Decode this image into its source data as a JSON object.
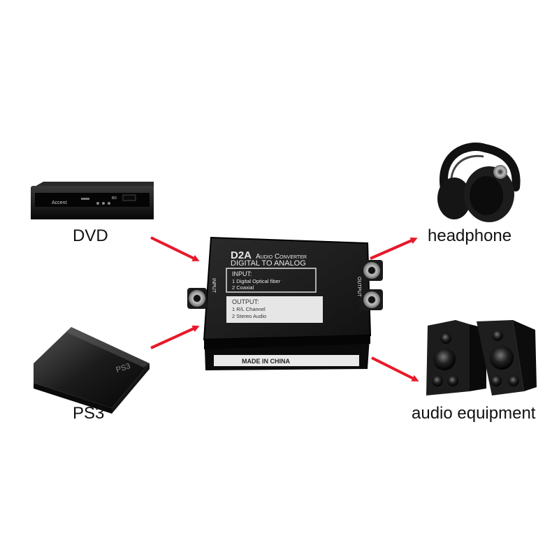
{
  "labels": {
    "dvd": "DVD",
    "ps3": "PS3",
    "headphone": "headphone",
    "audio_equipment": "audio equipment"
  },
  "converter": {
    "brand": "D2A",
    "subtitle": "Audio Converter",
    "tagline": "DIGITAL TO ANALOG",
    "input_title": "INPUT:",
    "input_line1": "1 Digital Optical fiber",
    "input_line2": "2 Coaxial",
    "output_title": "OUTPUT:",
    "output_line1": "1 R/L Channel",
    "output_line2": "2 Stereo Audio",
    "side_input": "INPUT",
    "side_output": "OUTPUT",
    "made_in": "MADE IN CHINA"
  },
  "dvd_device": {
    "brand": "Accent",
    "logo": "BD"
  },
  "ps3_device": {
    "logo": "PS3"
  },
  "colors": {
    "arrow": "#e8182a",
    "device": "#1a1a1a",
    "background": "#ffffff"
  }
}
